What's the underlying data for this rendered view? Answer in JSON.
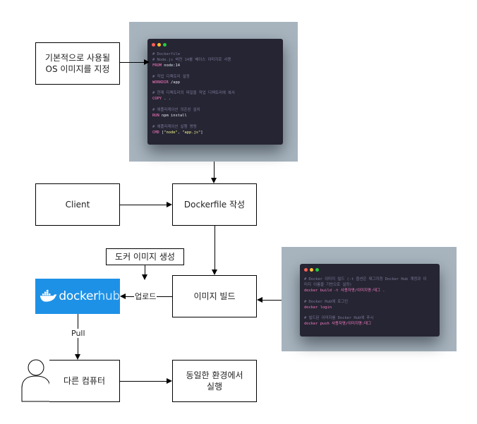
{
  "nodes": {
    "base_os": "기본적으로 사용될\nOS 이미지를 지정",
    "client": "Client",
    "dockerfile": "Dockerfile 작성",
    "build_image": "이미지 빌드",
    "create_image_note": "도커 이미지 생성",
    "other_computer": "다른 컴퓨터",
    "run_same_env": "동일한 환경에서\n실행"
  },
  "edge_labels": {
    "upload": "업로드",
    "pull": "Pull"
  },
  "dockerhub": {
    "word1": "docker",
    "word2": "hub",
    "brand_color": "#1d91e6"
  },
  "dockerfile_panel": {
    "lines": [
      {
        "type": "cmt",
        "text": "# Dockerfile"
      },
      {
        "type": "cmt",
        "text": "# Node.js 버전 14를 베이스 이미지로 사용"
      },
      {
        "kw": "FROM",
        "rest": " node:14"
      },
      {
        "type": "blank"
      },
      {
        "type": "cmt",
        "text": "# 작업 디렉토리 설정"
      },
      {
        "kw": "WORKDIR",
        "rest": " /app"
      },
      {
        "type": "blank"
      },
      {
        "type": "cmt",
        "text": "# 현재 디렉토리의 파일을 작업 디렉토리에 복사"
      },
      {
        "kw": "COPY",
        "rest": " . ."
      },
      {
        "type": "blank"
      },
      {
        "type": "cmt",
        "text": "# 애플리케이션 의존성 설치"
      },
      {
        "kw": "RUN",
        "rest": " npm install"
      },
      {
        "type": "blank"
      },
      {
        "type": "cmt",
        "text": "# 애플리케이션 실행 명령"
      },
      {
        "kw": "CMD",
        "rest": " [",
        "str1": "\"node\"",
        "mid": ", ",
        "str2": "\"app.js\"",
        "end": "]"
      }
    ]
  },
  "build_panel": {
    "lines": [
      {
        "type": "cmt",
        "text": "# Docker 이미지 빌드 (-t 옵션은 태그지정 Docker Hub 계정과 이"
      },
      {
        "type": "cmt",
        "text": "미지 이름을 기반으로 설정)"
      },
      {
        "type": "cmd",
        "text": "docker build -t 사용자명/이미지명:태그 ."
      },
      {
        "type": "blank"
      },
      {
        "type": "cmt",
        "text": "# Docker Hub에 로그인"
      },
      {
        "type": "cmd",
        "text": "docker login"
      },
      {
        "type": "blank"
      },
      {
        "type": "cmt",
        "text": "# 빌드된 이미지를 Docker Hub에 푸시"
      },
      {
        "type": "cmd",
        "text": "docker push 사용자명/이미지명:태그"
      }
    ]
  },
  "colors": {
    "panel_bg": "#a7b4be",
    "window_bg": "#262533",
    "dot_red": "#ff5f56",
    "dot_yellow": "#ffbd2e",
    "dot_green": "#27c93f"
  }
}
